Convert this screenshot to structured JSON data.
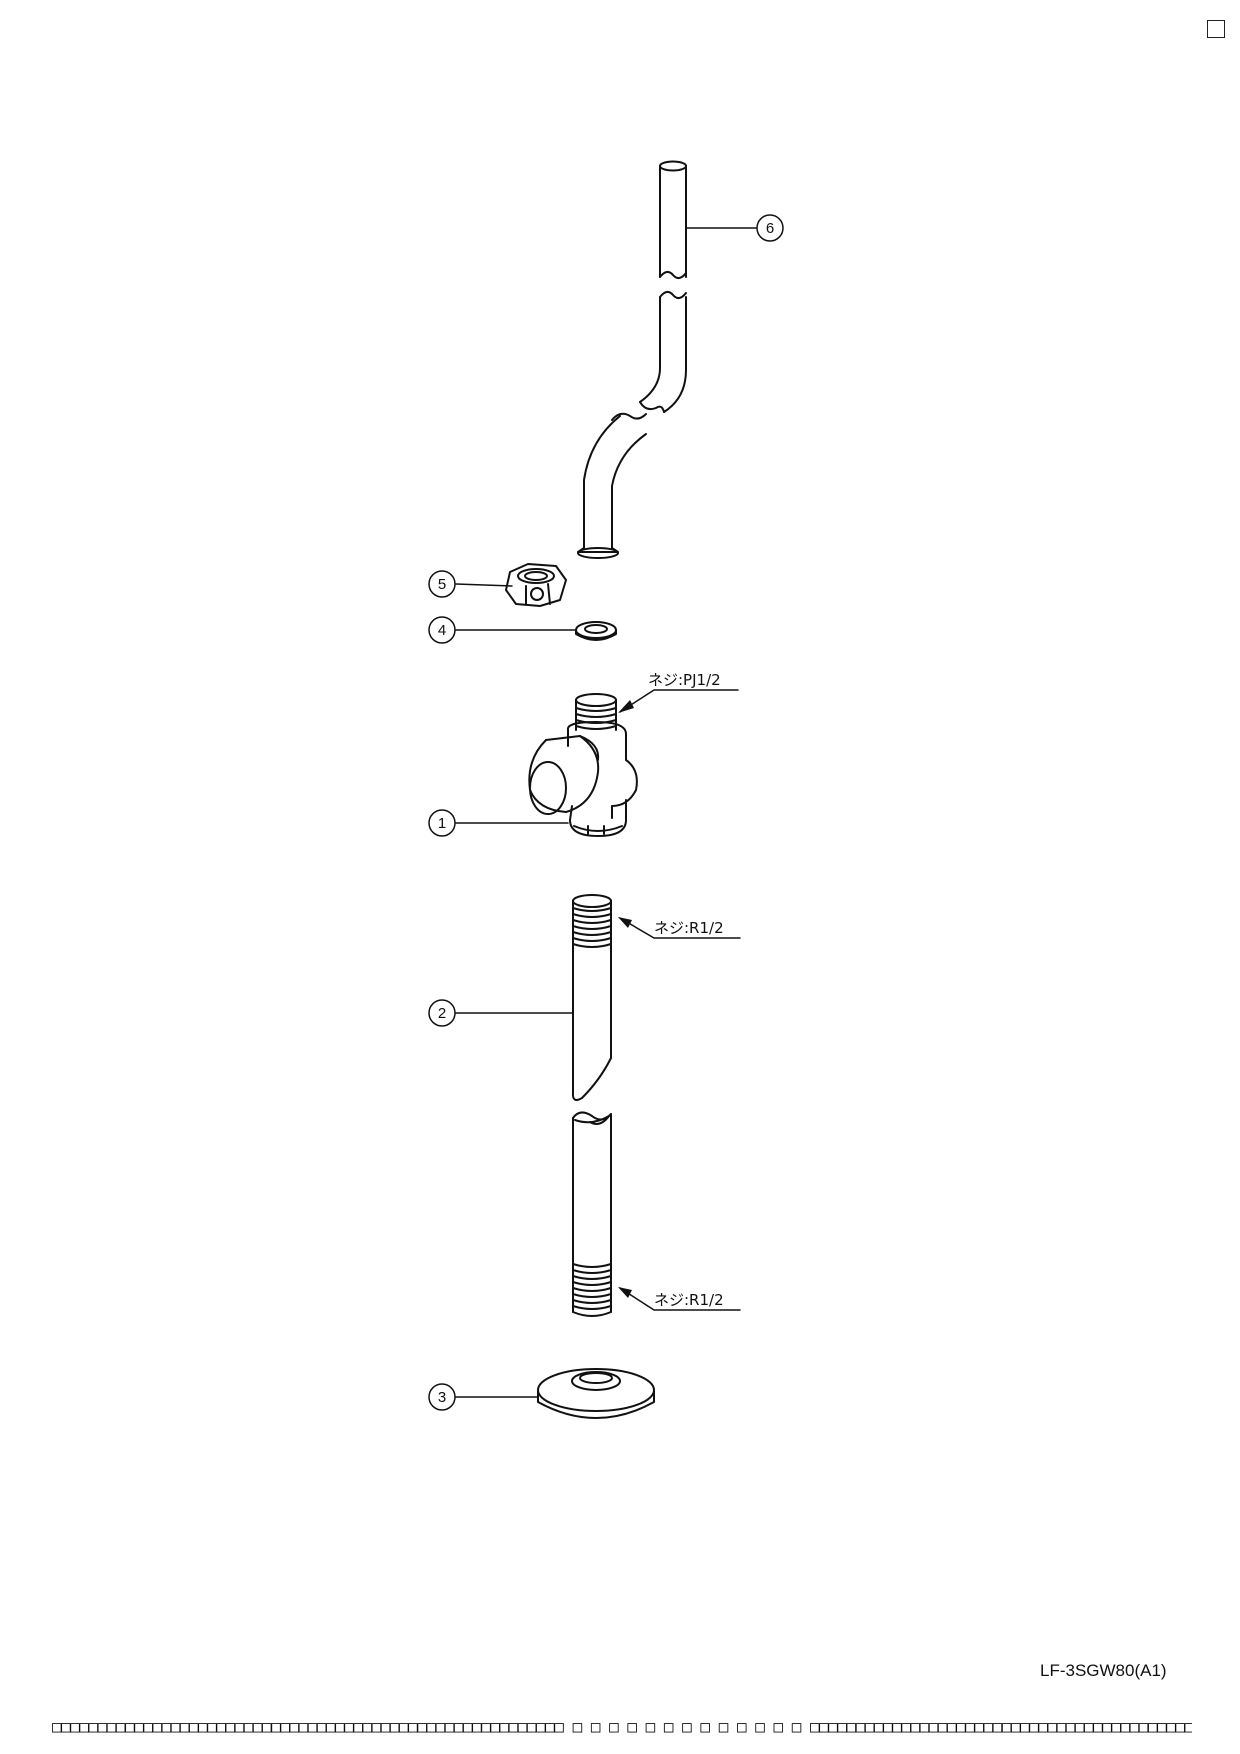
{
  "parts": [
    {
      "number": "1"
    },
    {
      "number": "2"
    },
    {
      "number": "3"
    },
    {
      "number": "4"
    },
    {
      "number": "5"
    },
    {
      "number": "6"
    }
  ],
  "thread_labels": {
    "valve_top": "ネジ:PJ1/2",
    "pipe_top": "ネジ:R1/2",
    "pipe_bottom": "ネジ:R1/2"
  },
  "model_code": "LF-3SGW80(A1)",
  "footer_text": "□□□□□□□□□□□□□□□□□□□□□□□□□□□□□□□□□□□□□□□□□□□□□□□□□□□□□□□□ □ □ □ □ □ □ □ □ □ □ □ □ □ □□□□□□□□□□□□□□□□□□□□□□□□□□□□□□□□□□□□□□□□□□□□□□□□□□□□□□□□□□□□□□"
}
